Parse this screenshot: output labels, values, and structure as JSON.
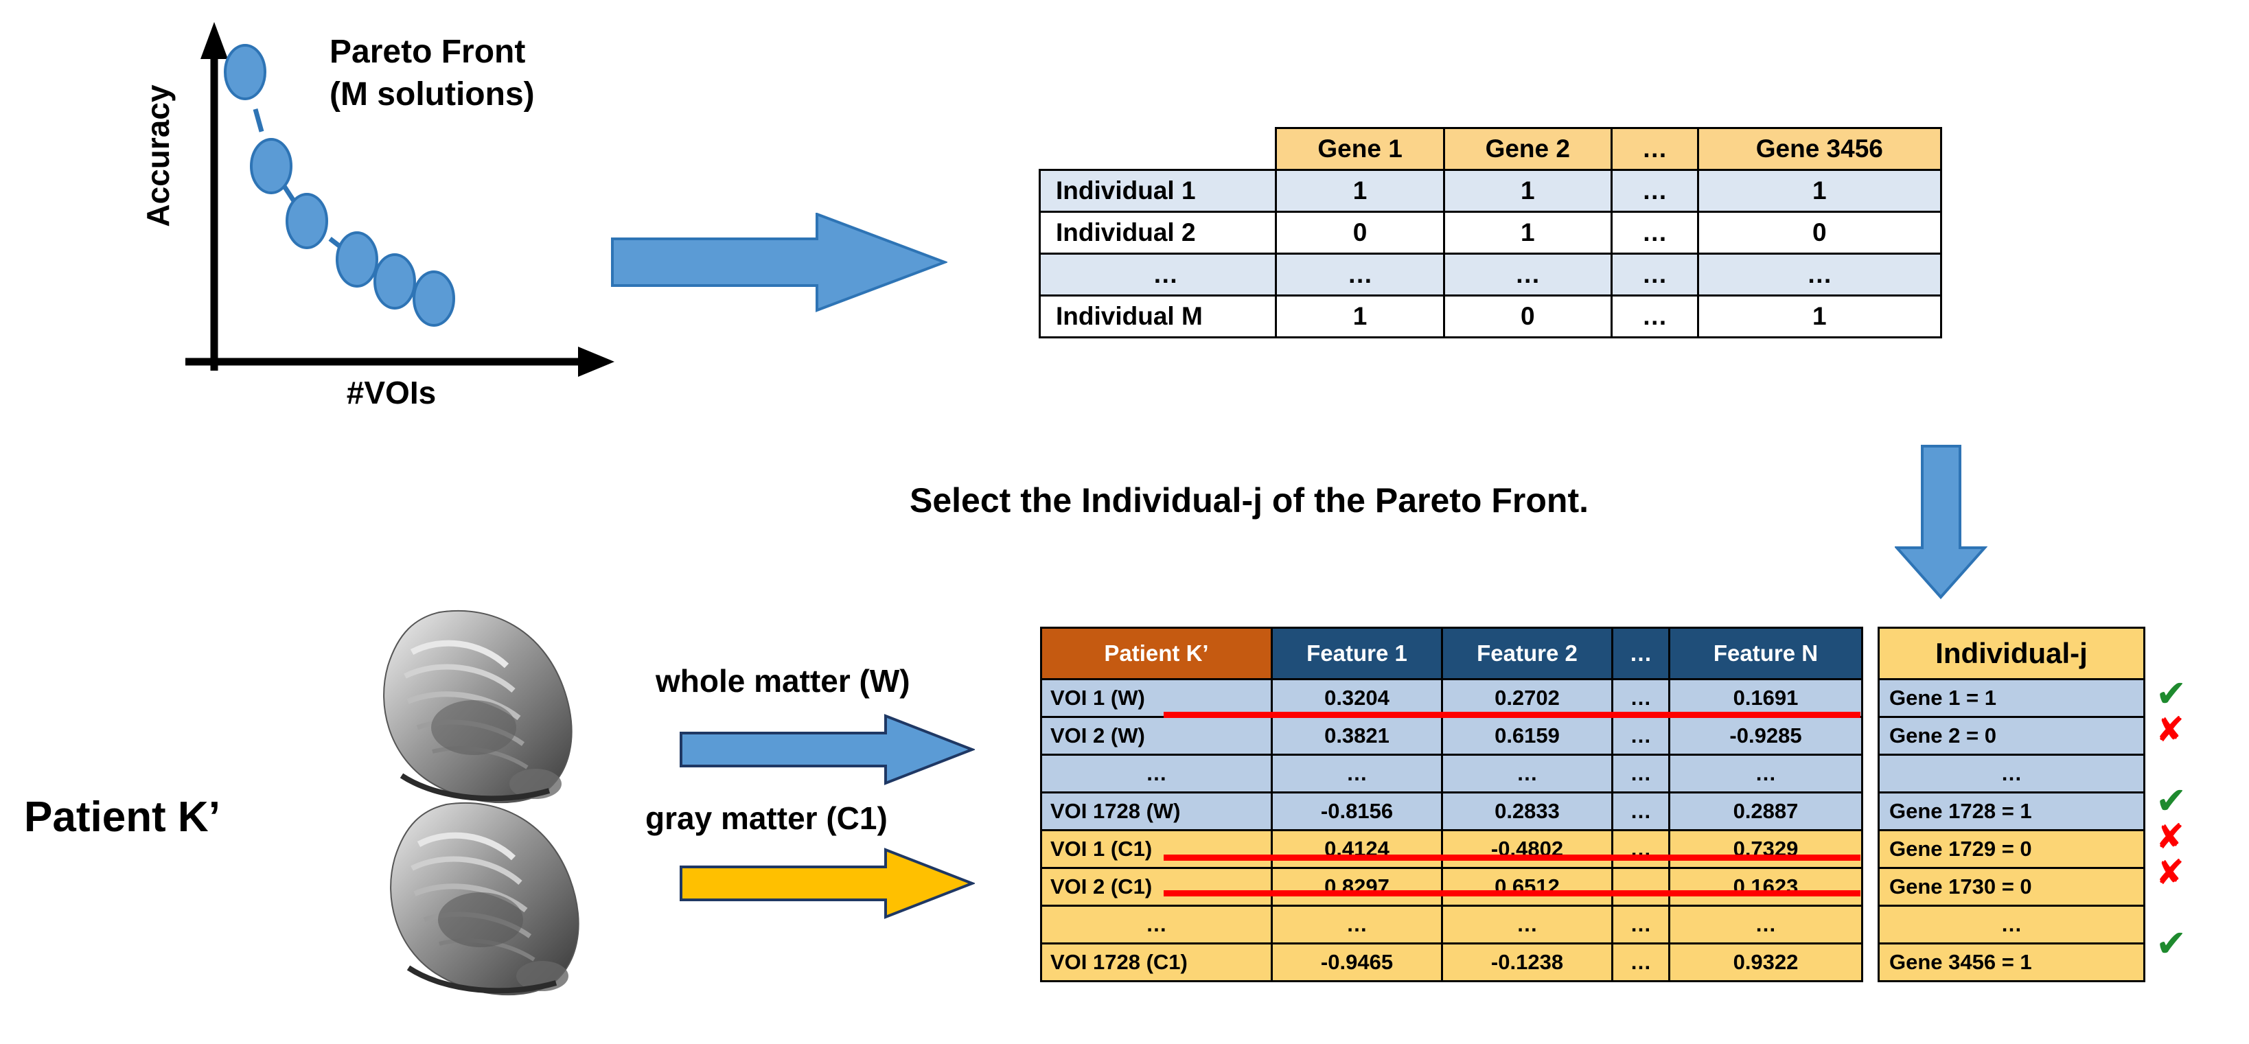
{
  "chart_data": {
    "type": "scatter",
    "title": "Pareto Front (M solutions)",
    "title_line1": "Pareto Front",
    "title_line2": "(M solutions)",
    "xlabel": "#VOIs",
    "ylabel": "Accuracy",
    "grid": false,
    "legend": "none",
    "series_name": "Pareto Front",
    "point_count": 6,
    "x": [
      1,
      2,
      3,
      4,
      5,
      6
    ],
    "y": [
      6.0,
      4.5,
      3.4,
      2.6,
      2.1,
      1.8
    ],
    "marker_color": "#5B9BD5",
    "marker_edge_color": "#2E74B5",
    "line_style": "dashed",
    "axis_color": "#000000",
    "note": "Six blue ellipse markers connected by a dashed descending curve; axes drawn as black arrows with no tick labels."
  },
  "pareto": {
    "ylabel": "Accuracy",
    "xlabel": "#VOIs",
    "title_line1": "Pareto Front",
    "title_line2": "(M solutions)"
  },
  "gene_table": {
    "corner": "",
    "columns": [
      "Gene 1",
      "Gene 2",
      "…",
      "Gene 3456"
    ],
    "rows": [
      {
        "label": "Individual 1",
        "values": [
          "1",
          "1",
          "…",
          "1"
        ],
        "shade": "alt"
      },
      {
        "label": "Individual 2",
        "values": [
          "0",
          "1",
          "…",
          "0"
        ],
        "shade": "plain"
      },
      {
        "label": "…",
        "values": [
          "…",
          "…",
          "…",
          "…"
        ],
        "shade": "alt"
      },
      {
        "label": "Individual M",
        "values": [
          "1",
          "0",
          "…",
          "1"
        ],
        "shade": "plain"
      }
    ],
    "header_color": "#FBD48A",
    "alt_row_color": "#DCE6F2"
  },
  "select_caption": "Select the Individual-j of the Pareto Front.",
  "patient": {
    "label": "Patient K’",
    "whole_matter_label": "whole matter (W)",
    "gray_matter_label": "gray matter (C1)",
    "brain_top_alt": "3D rendered brain surface (whole matter)",
    "brain_bottom_alt": "3D rendered brain surface (gray matter)"
  },
  "feature_table": {
    "columns": [
      "Patient K’",
      "Feature 1",
      "Feature 2",
      "…",
      "Feature N"
    ],
    "header_patient_color": "#C55A11",
    "header_feature_color": "#1F4E79",
    "w_row_color": "#B9CDE5",
    "c1_row_color": "#FCD575",
    "strike_color": "#FF0000",
    "rows": [
      {
        "label": "VOI 1 (W)",
        "values": [
          "0.3204",
          "0.2702",
          "…",
          "0.1691"
        ],
        "shade": "w",
        "struck": false
      },
      {
        "label": "VOI 2 (W)",
        "values": [
          "0.3821",
          "0.6159",
          "…",
          "-0.9285"
        ],
        "shade": "w",
        "struck": true
      },
      {
        "label": "…",
        "values": [
          "…",
          "…",
          "…",
          "…"
        ],
        "shade": "w",
        "struck": false
      },
      {
        "label": "VOI 1728 (W)",
        "values": [
          "-0.8156",
          "0.2833",
          "…",
          "0.2887"
        ],
        "shade": "w",
        "struck": false
      },
      {
        "label": "VOI 1 (C1)",
        "values": [
          "0.4124",
          "-0.4802",
          "…",
          "0.7329"
        ],
        "shade": "c1",
        "struck": true
      },
      {
        "label": "VOI 2 (C1)",
        "values": [
          "0.8297",
          "0.6512",
          "…",
          "0.1623"
        ],
        "shade": "c1",
        "struck": true
      },
      {
        "label": "…",
        "values": [
          "…",
          "…",
          "…",
          "…"
        ],
        "shade": "c1",
        "struck": false
      },
      {
        "label": "VOI 1728 (C1)",
        "values": [
          "-0.9465",
          "-0.1238",
          "…",
          "0.9322"
        ],
        "shade": "c1",
        "struck": false
      }
    ]
  },
  "individual_column": {
    "header": "Individual-j",
    "header_color": "#FCD575",
    "check_color": "#1E8A2E",
    "cross_color": "#FF0000",
    "rows": [
      {
        "label": "Gene 1 = 1",
        "shade": "w",
        "mark": "check"
      },
      {
        "label": "Gene 2 = 0",
        "shade": "w",
        "mark": "cross"
      },
      {
        "label": "…",
        "shade": "w",
        "mark": "none"
      },
      {
        "label": "Gene 1728 = 1",
        "shade": "w",
        "mark": "check"
      },
      {
        "label": "Gene 1729 = 0",
        "shade": "c1",
        "mark": "cross"
      },
      {
        "label": "Gene 1730 = 0",
        "shade": "c1",
        "mark": "cross"
      },
      {
        "label": "…",
        "shade": "c1",
        "mark": "none"
      },
      {
        "label": "Gene 3456 = 1",
        "shade": "c1",
        "mark": "check"
      }
    ]
  },
  "arrows": {
    "right_top": "right-arrow",
    "down": "down-arrow",
    "whole_matter": "right-arrow-blue",
    "gray_matter": "right-arrow-yellow",
    "blue_fill": "#5B9BD5",
    "blue_stroke": "#2E74B5",
    "yellow_fill": "#FFC000",
    "yellow_stroke": "#7F6000"
  },
  "glyphs": {
    "check": "✔",
    "cross": "✘"
  }
}
